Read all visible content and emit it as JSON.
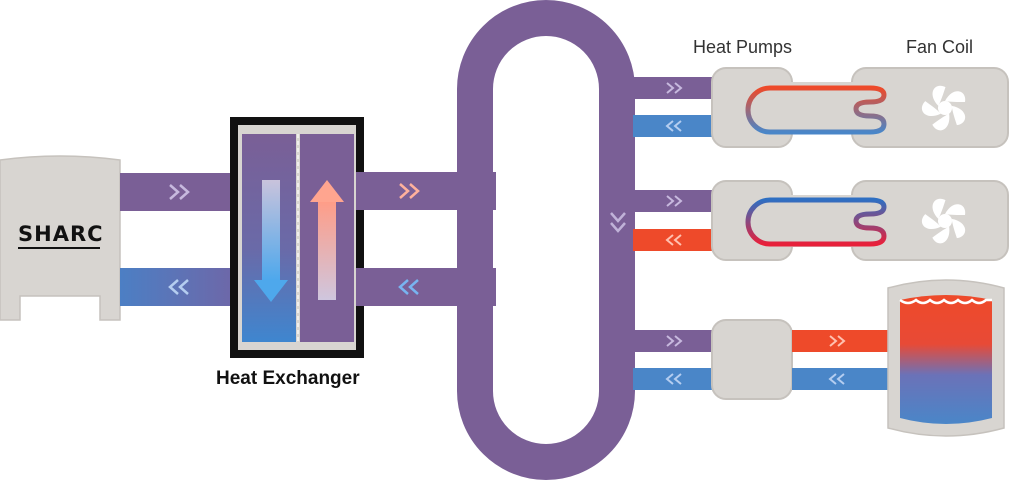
{
  "labels": {
    "brand": "SHARC",
    "heat_exchanger": "Heat Exchanger",
    "heat_pumps": "Heat Pumps",
    "fan_coil": "Fan Coil"
  },
  "colors": {
    "loop": "#7a5f96",
    "cold": "#4a86c8",
    "hot": "#ee4a2a",
    "unit": "#d8d5d1",
    "unit_edge": "#c6c2bd",
    "frame": "#111111"
  },
  "icons": [
    "chevron-right-icon",
    "chevron-left-icon",
    "chevron-down-icon",
    "fan-icon",
    "arrow-up-icon",
    "arrow-down-icon",
    "tank-icon"
  ]
}
